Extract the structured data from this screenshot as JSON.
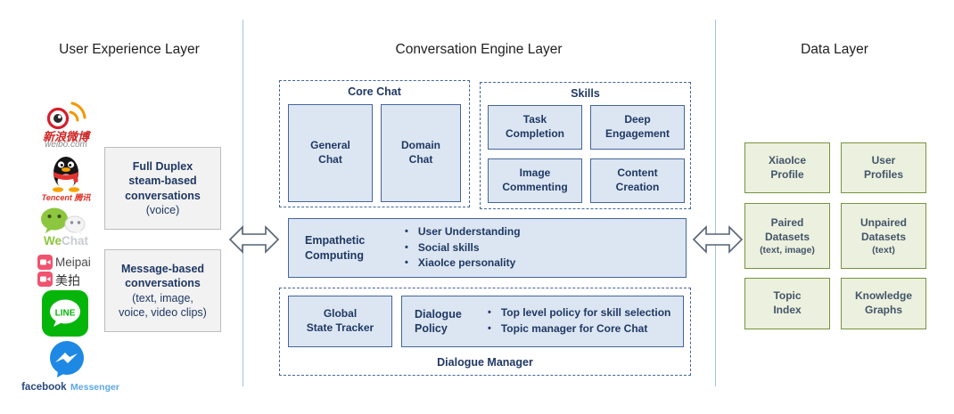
{
  "titles": {
    "ux": "User Experience Layer",
    "engine": "Conversation Engine Layer",
    "data": "Data Layer"
  },
  "ux": {
    "full_duplex": {
      "bold": "Full Duplex\nsteam-based\nconversations",
      "normal": "(voice)"
    },
    "message_based": {
      "bold": "Message-based\nconversations",
      "normal": "(text, image,\nvoice, video clips)"
    },
    "logos": {
      "weibo": {
        "caption": "新浪微博",
        "sub": "weibo.com"
      },
      "qq": {
        "caption": "Tencent 腾讯"
      },
      "wechat": {
        "we": "We",
        "chat": "Chat"
      },
      "meipai": {
        "en": "Meipai",
        "cn": "美拍"
      },
      "line": {
        "label": "LINE"
      },
      "messenger": {
        "fb": "facebook",
        "msgr": "Messenger"
      }
    }
  },
  "engine": {
    "core_chat": {
      "label": "Core Chat",
      "general": "General\nChat",
      "domain": "Domain\nChat"
    },
    "skills": {
      "label": "Skills",
      "task": "Task\nCompletion",
      "deep": "Deep\nEngagement",
      "image": "Image\nCommenting",
      "content": "Content\nCreation"
    },
    "empathetic": {
      "label": "Empathetic\nComputing",
      "bullets": [
        "User Understanding",
        "Social skills",
        "XiaoIce personality"
      ]
    },
    "dialogue": {
      "label": "Dialogue Manager",
      "tracker": "Global\nState Tracker",
      "policy_label": "Dialogue\nPolicy",
      "bullets": [
        "Top level policy for skill selection",
        "Topic manager for Core Chat"
      ]
    }
  },
  "data_layer": {
    "boxes": [
      {
        "label": "XiaoIce\nProfile",
        "sub": ""
      },
      {
        "label": "User\nProfiles",
        "sub": ""
      },
      {
        "label": "Paired\nDatasets",
        "sub": "(text, image)"
      },
      {
        "label": "Unpaired\nDatasets",
        "sub": "(text)"
      },
      {
        "label": "Topic\nIndex",
        "sub": ""
      },
      {
        "label": "Knowledge\nGraphs",
        "sub": ""
      }
    ]
  },
  "colors": {
    "navy": "#1F3864",
    "blue_fill": "#DCE6F2",
    "blue_border": "#44659C",
    "green_fill": "#EBF1DE",
    "green_border": "#77933C",
    "gray_fill": "#F2F2F2",
    "divider": "#9DC3E6"
  }
}
